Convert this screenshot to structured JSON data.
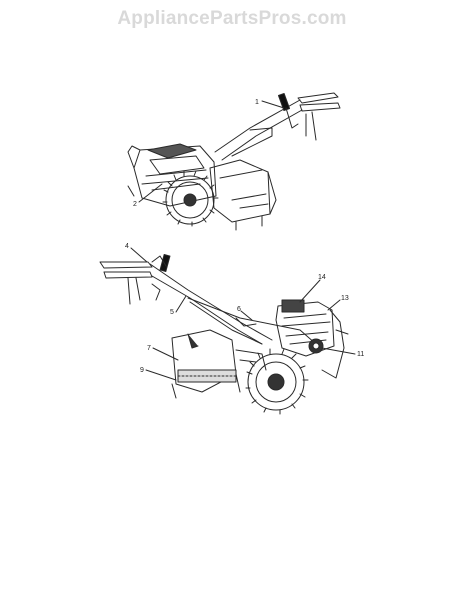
{
  "watermark": "AppliancePartsPros.com",
  "callouts": {
    "top": [
      "1",
      "2"
    ],
    "bottom": [
      "4",
      "5",
      "6",
      "7",
      "9",
      "11",
      "13",
      "14"
    ]
  }
}
